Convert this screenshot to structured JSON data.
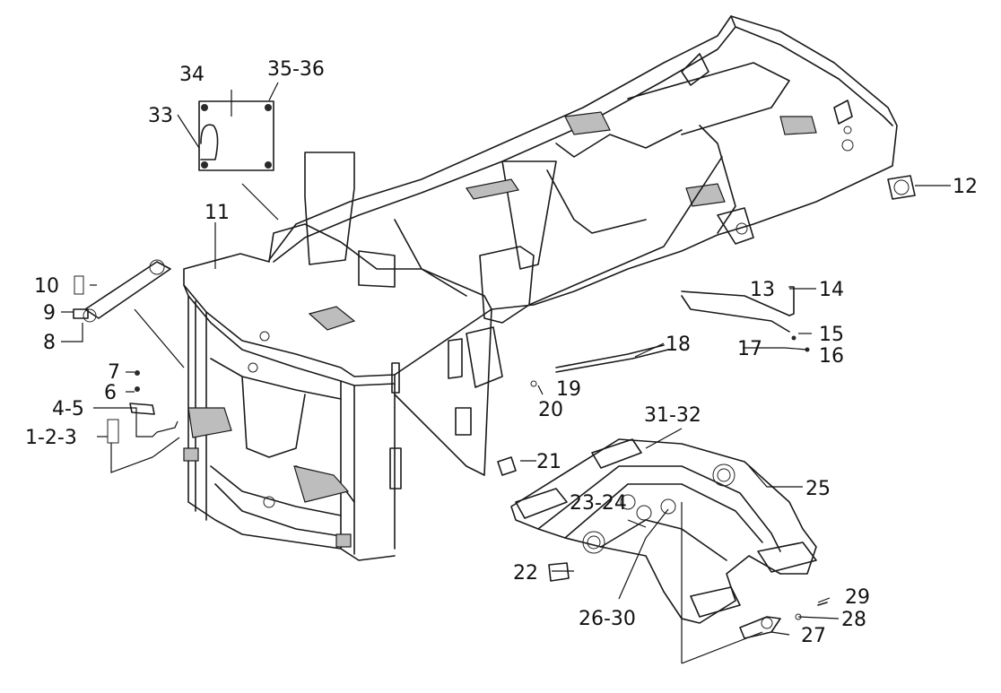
{
  "callouts": [
    {
      "id": "c34",
      "text": "34"
    },
    {
      "id": "c35_36",
      "text": "35-36"
    },
    {
      "id": "c33",
      "text": "33"
    },
    {
      "id": "c11",
      "text": "11"
    },
    {
      "id": "c10",
      "text": "10"
    },
    {
      "id": "c9",
      "text": "9"
    },
    {
      "id": "c8",
      "text": "8"
    },
    {
      "id": "c7",
      "text": "7"
    },
    {
      "id": "c6",
      "text": "6"
    },
    {
      "id": "c4_5",
      "text": "4-5"
    },
    {
      "id": "c1_2_3",
      "text": "1-2-3"
    },
    {
      "id": "c12",
      "text": "12"
    },
    {
      "id": "c13",
      "text": "13"
    },
    {
      "id": "c14",
      "text": "14"
    },
    {
      "id": "c15",
      "text": "15"
    },
    {
      "id": "c17",
      "text": "17"
    },
    {
      "id": "c16",
      "text": "16"
    },
    {
      "id": "c18",
      "text": "18"
    },
    {
      "id": "c19",
      "text": "19"
    },
    {
      "id": "c20",
      "text": "20"
    },
    {
      "id": "c31_32",
      "text": "31-32"
    },
    {
      "id": "c21",
      "text": "21"
    },
    {
      "id": "c25",
      "text": "25"
    },
    {
      "id": "c23_24",
      "text": "23-24"
    },
    {
      "id": "c22",
      "text": "22"
    },
    {
      "id": "c26_30",
      "text": "26-30"
    },
    {
      "id": "c29",
      "text": "29"
    },
    {
      "id": "c28",
      "text": "28"
    },
    {
      "id": "c27",
      "text": "27"
    }
  ]
}
